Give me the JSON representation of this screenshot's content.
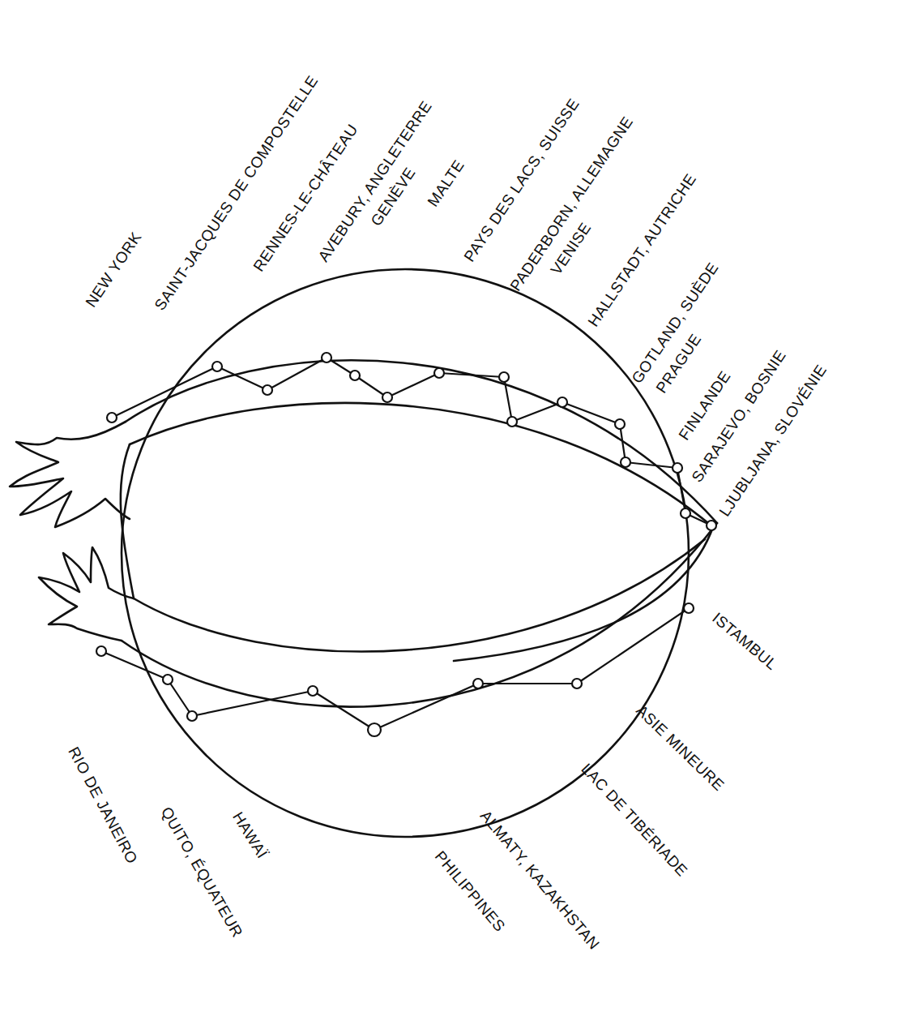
{
  "diagram": {
    "labels": [
      "NEW YORK",
      "SAINT-JACQUES DE COMPOSTELLE",
      "RENNES-LE-CHÂTEAU",
      "AVEBURY, ANGLETERRE",
      "GENÈVE",
      "MALTE",
      "PAYS DES LACS, SUISSE",
      "PADERBORN, ALLEMAGNE",
      "VENISE",
      "HALLSTADT, AUTRICHE",
      "GOTLAND, SUÈDE",
      "PRAGUE",
      "FINLANDE",
      "SARAJEVO, BOSNIE",
      "LJUBLJANA, SLOVÉNIE",
      "ISTAMBUL",
      "ASIE MINEURE",
      "LAC DE TIBÉRIADE",
      "ALMATY, KAZAKHSTAN",
      "PHILIPPINES",
      "HAWAÏ",
      "QUITO, ÉQUATEUR",
      "RIO DE JANEIRO"
    ]
  }
}
